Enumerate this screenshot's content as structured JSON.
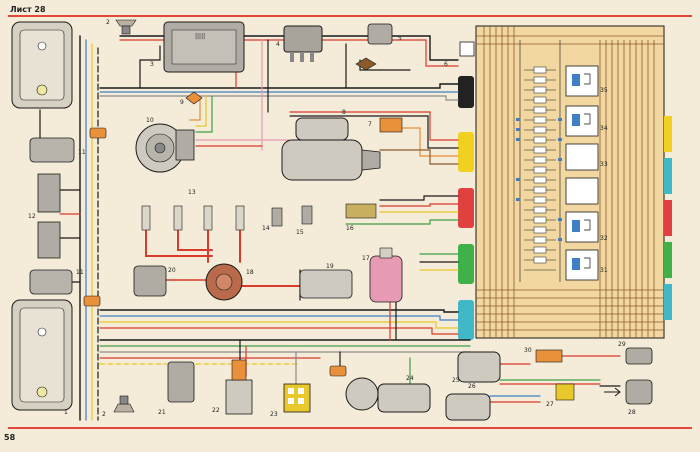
{
  "header": {
    "sheet_label": "Лист 28"
  },
  "footer": {
    "page_number": "58"
  },
  "colors": {
    "paper": "#f4ecd8",
    "border_red": "#e0483c",
    "wire_black": "#1a1a1a",
    "wire_red": "#d83a2c",
    "wire_blue": "#3f7fc4",
    "wire_green": "#3ea046",
    "wire_yellow": "#e8c82a",
    "wire_brown": "#8a5a2c",
    "wire_orange": "#e8903a",
    "wire_pink": "#e69ab4",
    "wire_gray": "#8c8c8c",
    "wire_white": "#f8f8f8",
    "connector_yellow": "#f0d020",
    "connector_red": "#e04040",
    "connector_green": "#40b048",
    "connector_cyan": "#40b8c8",
    "connector_black": "#222222",
    "fuse_box_bg": "#f2d7a0"
  },
  "component_numbers": {
    "n1": "1",
    "n2": "2",
    "n3": "3",
    "n4": "4",
    "n5": "5",
    "n6": "6",
    "n7": "7",
    "n8": "8",
    "n9": "9",
    "n10": "10",
    "n11": "11",
    "n12": "12",
    "n13": "13",
    "n14": "14",
    "n15": "15",
    "n16": "16",
    "n17": "17",
    "n18": "18",
    "n19": "19",
    "n20": "20",
    "n21": "21",
    "n22": "22",
    "n23": "23",
    "n24": "24",
    "n25": "25",
    "n26": "26",
    "n27": "27",
    "n28": "28",
    "n29": "29",
    "n30": "30",
    "n31": "31",
    "n32": "32",
    "n33": "33",
    "n34": "34",
    "n35": "35"
  }
}
